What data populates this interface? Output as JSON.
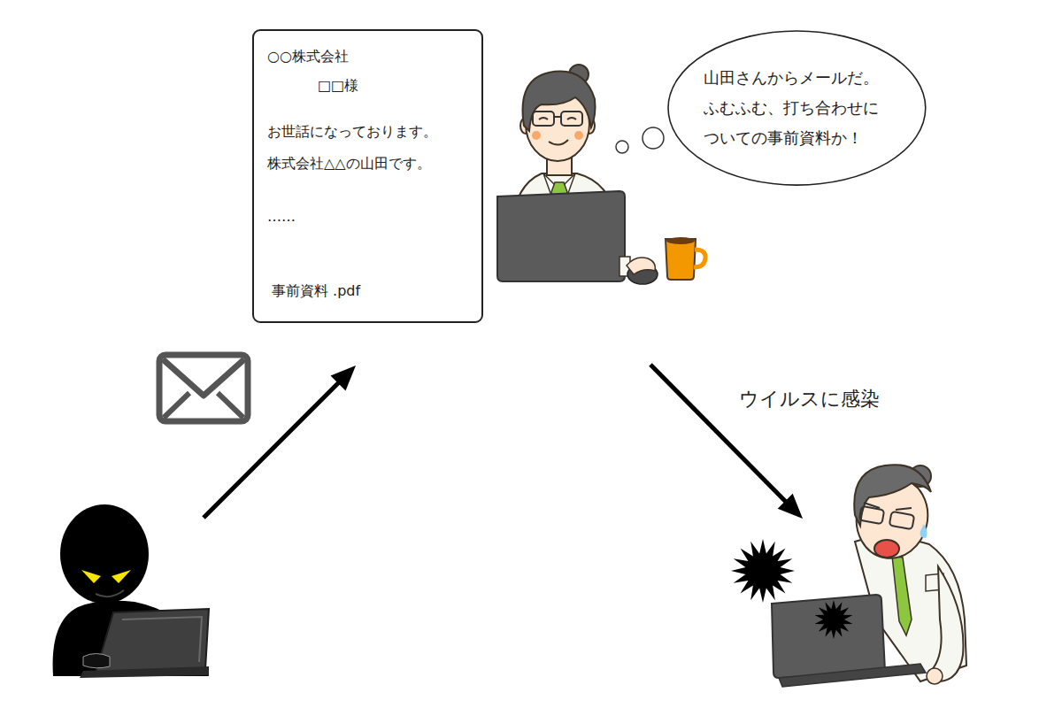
{
  "diagram": {
    "nodes": [
      {
        "text": [
          "○○株式会社",
          "□□様",
          "お世話になっております。 株式会社△△の山田です。",
          "……",
          "事前資料 .pdf"
        ]
      },
      {
        "text": [
          "山田さんからメールだ。 ふむふむ、打ち合わせに ついての事前資料か！"
        ]
      }
    ],
    "labels": [
      "ウイルスに感染"
    ]
  }
}
